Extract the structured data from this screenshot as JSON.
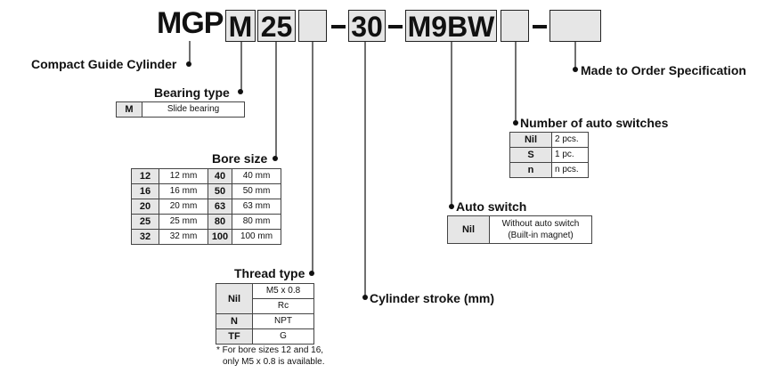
{
  "code": {
    "prefix": "MGP",
    "bearing": "M",
    "bore": "25",
    "thread": "",
    "stroke": "30",
    "switch": "M9BW",
    "switch_qty": "",
    "order_spec": ""
  },
  "labels": {
    "compact_guide": "Compact Guide Cylinder",
    "bearing_type": "Bearing type",
    "bore_size": "Bore size",
    "thread_type": "Thread type",
    "cylinder_stroke": "Cylinder stroke (mm)",
    "auto_switch": "Auto switch",
    "num_switches": "Number of auto switches",
    "made_to_order": "Made to Order Specification"
  },
  "bearing_table": [
    {
      "code": "M",
      "desc": "Slide bearing"
    }
  ],
  "bore_table": [
    {
      "c1": "12",
      "d1": "12 mm",
      "c2": "40",
      "d2": "40 mm"
    },
    {
      "c1": "16",
      "d1": "16 mm",
      "c2": "50",
      "d2": "50 mm"
    },
    {
      "c1": "20",
      "d1": "20 mm",
      "c2": "63",
      "d2": "63 mm"
    },
    {
      "c1": "25",
      "d1": "25 mm",
      "c2": "80",
      "d2": "80 mm"
    },
    {
      "c1": "32",
      "d1": "32 mm",
      "c2": "100",
      "d2": "100 mm"
    }
  ],
  "thread_table": {
    "nil_code": "Nil",
    "nil_a": "M5 x 0.8",
    "nil_b": "Rc",
    "n_code": "N",
    "n_desc": "NPT",
    "tf_code": "TF",
    "tf_desc": "G"
  },
  "thread_note": [
    "* For bore sizes 12 and 16,",
    "only M5 x 0.8 is  available."
  ],
  "switch_qty_table": [
    {
      "code": "Nil",
      "desc": "2 pcs."
    },
    {
      "code": "S",
      "desc": "1 pc."
    },
    {
      "code": "n",
      "desc": "n pcs."
    }
  ],
  "switch_table": {
    "code": "Nil",
    "desc_a": "Without auto switch",
    "desc_b": "(Built-in magnet)"
  }
}
